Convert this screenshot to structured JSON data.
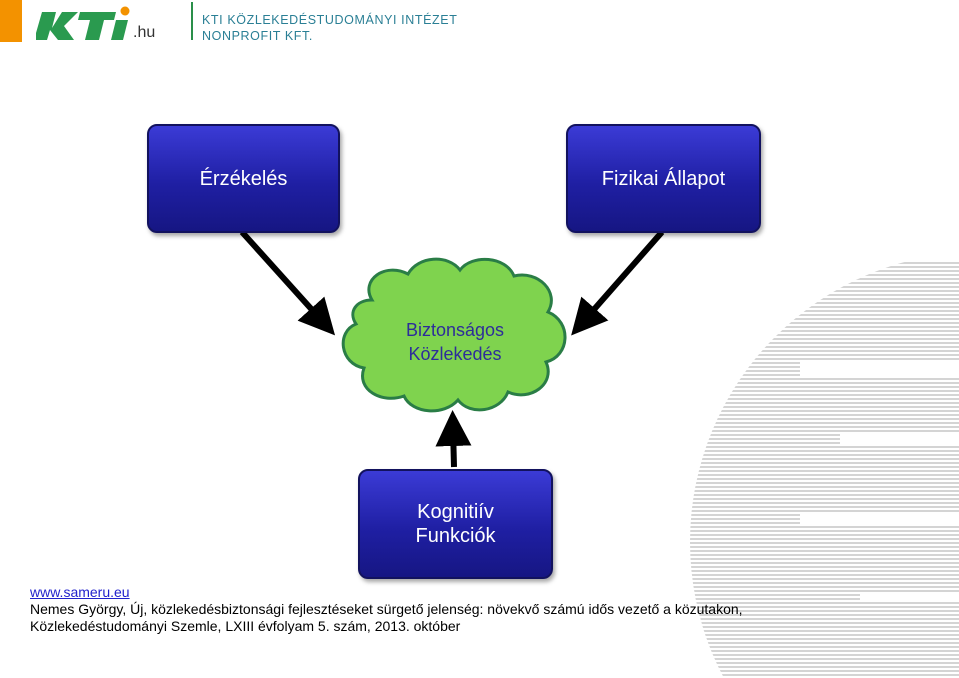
{
  "header": {
    "logo_text": "KTI",
    "logo_suffix": ".hu",
    "org_line1": "KTI KÖZLEKEDÉSTUDOMÁNYI INTÉZET",
    "org_line2": "NONPROFIT KFT."
  },
  "diagram": {
    "box_perception": "Érzékelés",
    "box_physical": "Fizikai Állapot",
    "cloud_line1": "Biztonságos",
    "cloud_line2": "Közlekedés",
    "box_cognitive_line1": "Kognitiív",
    "box_cognitive_line2": "Funkciók"
  },
  "footer": {
    "link": "www.sameru.eu",
    "ref_line1": "Nemes György, Új, közlekedésbiztonsági fejlesztéseket sürgető jelenség: növekvő számú idős vezető a közutakon,",
    "ref_line2": "Közlekedéstudományi Szemle, LXIII évfolyam 5. szám, 2013. október"
  },
  "colors": {
    "box_fill": "#2323a8",
    "cloud_fill": "#7fd34e",
    "accent_orange": "#f39200",
    "brand_green": "#2a8f4a"
  }
}
